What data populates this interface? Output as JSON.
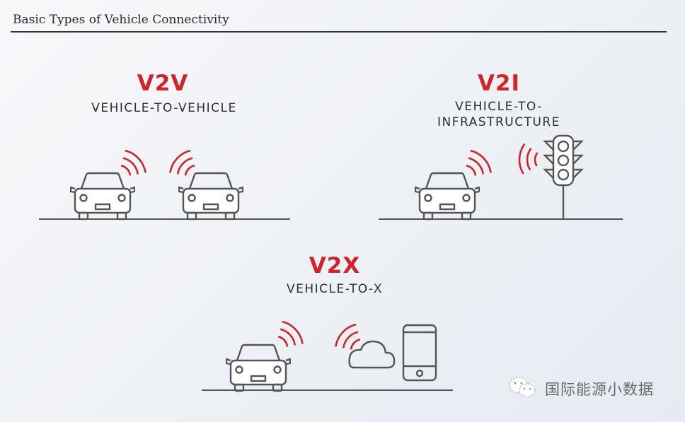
{
  "header": {
    "title": "Basic Types of Vehicle Connectivity"
  },
  "panels": [
    {
      "code": "V2V",
      "subtitle": [
        "VEHICLE-TO-VEHICLE"
      ]
    },
    {
      "code": "V2I",
      "subtitle": [
        "VEHICLE-TO-",
        "INFRASTRUCTURE"
      ]
    },
    {
      "code": "V2X",
      "subtitle": [
        "VEHICLE-TO-X"
      ]
    }
  ],
  "watermark": {
    "text": "国际能源小数据",
    "icon": "wechat-icon"
  },
  "colors": {
    "accent": "#d0232a",
    "line": "#555555",
    "text": "#2e2e2e"
  }
}
